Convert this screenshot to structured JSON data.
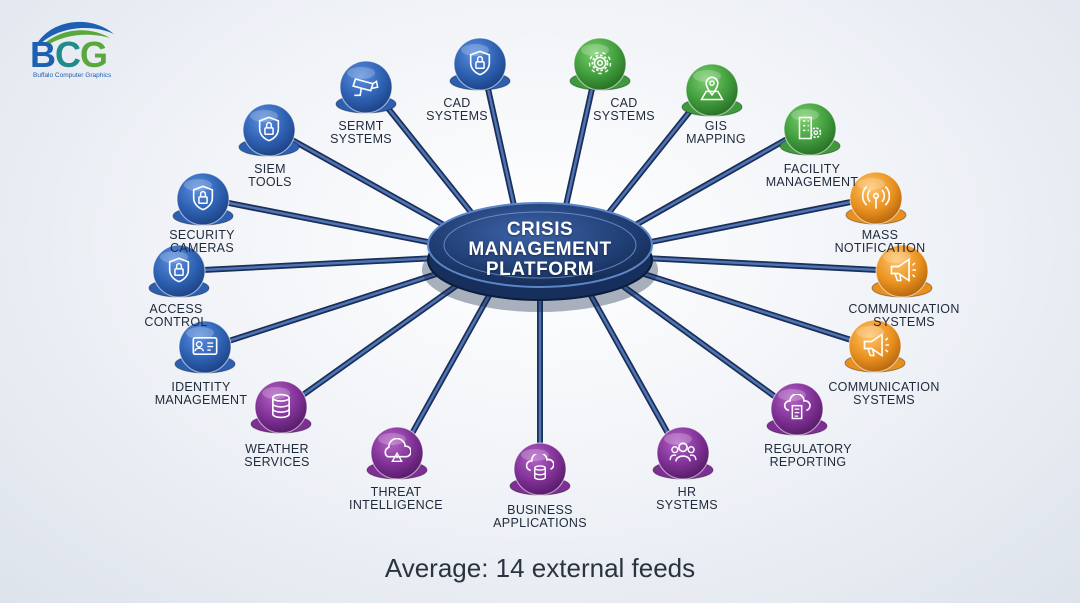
{
  "logo": {
    "letters": [
      "B",
      "C",
      "G"
    ],
    "tagline": "Buffalo Computer Graphics"
  },
  "center": {
    "lines": [
      "CRISIS",
      "MANAGEMENT",
      "PLATFORM"
    ]
  },
  "footer": "Average: 14 external feeds",
  "colors": {
    "blue": "#2d5fb0",
    "green": "#3f9a3c",
    "orange": "#e8901e",
    "purple": "#7d2f93",
    "hub": "#1e3a6e",
    "spoke": "#2a4a84"
  },
  "nodes": [
    {
      "id": "security-cameras",
      "lines": [
        "SECURITY",
        "CAMERAS"
      ],
      "color": "blue",
      "icon": "lock-shield-icon"
    },
    {
      "id": "siem-tools",
      "lines": [
        "SIEM",
        "TOOLS"
      ],
      "color": "blue",
      "icon": "lock-shield-icon"
    },
    {
      "id": "sermt-systems",
      "lines": [
        "SERMT",
        "SYSTEMS"
      ],
      "color": "blue",
      "icon": "cctv-camera-icon"
    },
    {
      "id": "cad-systems-1",
      "lines": [
        "CAD",
        "SYSTEMS"
      ],
      "color": "blue",
      "icon": "lock-shield-icon"
    },
    {
      "id": "cad-systems-2",
      "lines": [
        "CAD",
        "SYSTEMS"
      ],
      "color": "green",
      "icon": "gear-icon"
    },
    {
      "id": "gis-mapping",
      "lines": [
        "GIS",
        "MAPPING"
      ],
      "color": "green",
      "icon": "map-pin-icon"
    },
    {
      "id": "facility-management",
      "lines": [
        "FACILITY",
        "MANAGEMENT"
      ],
      "color": "green",
      "icon": "building-gear-icon"
    },
    {
      "id": "mass-notification",
      "lines": [
        "MASS",
        "NOTIFICATION"
      ],
      "color": "orange",
      "icon": "broadcast-icon"
    },
    {
      "id": "communication-systems-1",
      "lines": [
        "COMMUNICATION",
        "SYSTEMS"
      ],
      "color": "orange",
      "icon": "megaphone-icon"
    },
    {
      "id": "communication-systems-2",
      "lines": [
        "COMMUNICATION",
        "SYSTEMS"
      ],
      "color": "orange",
      "icon": "megaphone-icon"
    },
    {
      "id": "regulatory-reporting",
      "lines": [
        "REGULATORY",
        "REPORTING"
      ],
      "color": "purple",
      "icon": "cloud-document-icon"
    },
    {
      "id": "hr-systems",
      "lines": [
        "HR",
        "SYSTEMS"
      ],
      "color": "purple",
      "icon": "users-icon"
    },
    {
      "id": "business-applications",
      "lines": [
        "BUSINESS",
        "APPLICATIONS"
      ],
      "color": "purple",
      "icon": "cloud-database-icon"
    },
    {
      "id": "threat-intelligence",
      "lines": [
        "THREAT",
        "INTELLIGENCE"
      ],
      "color": "purple",
      "icon": "cloud-alert-icon"
    },
    {
      "id": "weather-services",
      "lines": [
        "WEATHER",
        "SERVICES"
      ],
      "color": "purple",
      "icon": "database-icon"
    },
    {
      "id": "identity-management",
      "lines": [
        "IDENTITY",
        "MANAGEMENT"
      ],
      "color": "blue",
      "icon": "id-card-icon"
    },
    {
      "id": "access-control",
      "lines": [
        "ACCESS",
        "CONTROL"
      ],
      "color": "blue",
      "icon": "lock-shield-icon"
    }
  ]
}
